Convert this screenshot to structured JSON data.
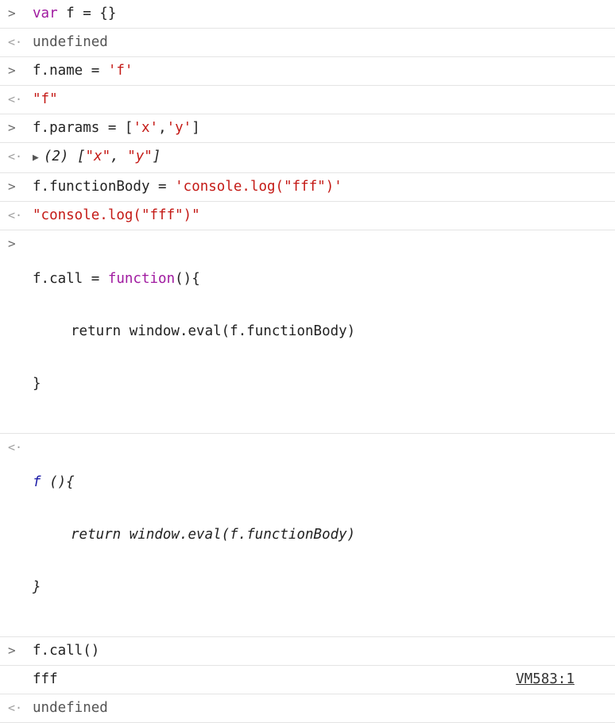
{
  "console": {
    "prompt_input": ">",
    "prompt_output": "<·",
    "entries": [
      {
        "type": "input",
        "parts": [
          "var",
          " f ",
          "=",
          " {}"
        ]
      },
      {
        "type": "output",
        "text": "undefined"
      },
      {
        "type": "input",
        "parts": [
          "f.name",
          " = ",
          "'f'"
        ]
      },
      {
        "type": "output",
        "text": "\"f\""
      },
      {
        "type": "input",
        "parts": [
          "f.params",
          " = ",
          "[",
          "'x'",
          ",",
          "'y'",
          "]"
        ]
      },
      {
        "type": "output",
        "parts": [
          "(2) [",
          "\"x\"",
          ", ",
          "\"y\"",
          "]"
        ]
      },
      {
        "type": "input",
        "parts": [
          "f.functionBody",
          " = ",
          "'console.log(\"fff\")'"
        ]
      },
      {
        "type": "output",
        "text": "\"console.log(\"fff\")\""
      },
      {
        "type": "input",
        "lines": [
          "f.call = function(){",
          "return window.eval(f.functionBody)",
          "}"
        ],
        "parts": [
          "f.call",
          " = ",
          "function",
          "(){"
        ]
      },
      {
        "type": "output",
        "lines": [
          "f (){",
          "return window.eval(f.functionBody)",
          "}"
        ],
        "parts": [
          "f",
          " (){"
        ]
      },
      {
        "type": "input",
        "text": "f.call()"
      },
      {
        "type": "log",
        "text": "fff",
        "source": "VM583:1"
      },
      {
        "type": "output",
        "text": "undefined"
      }
    ]
  }
}
